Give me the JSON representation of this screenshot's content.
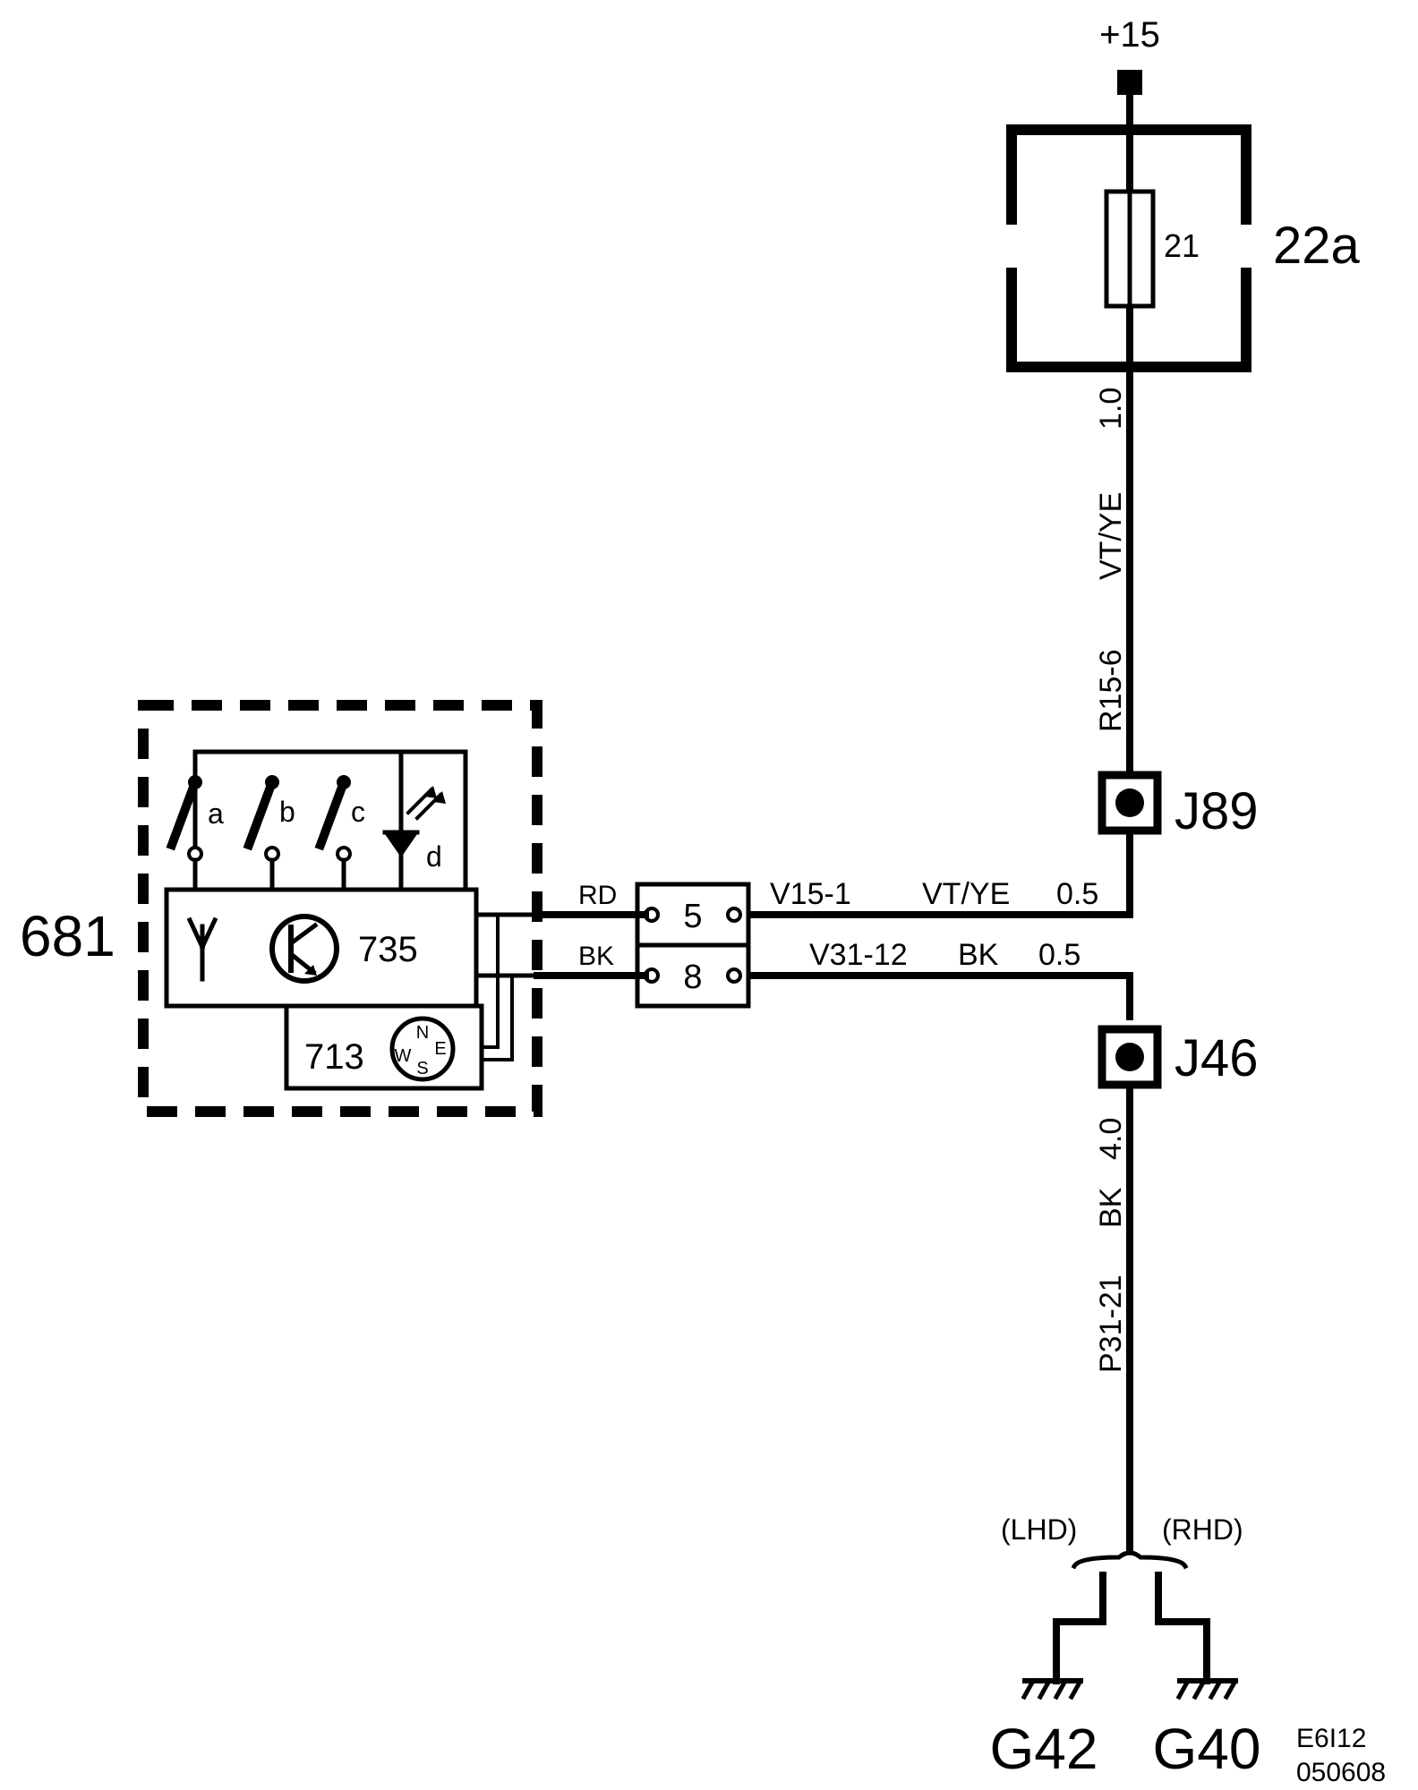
{
  "supply": {
    "label": "+15"
  },
  "fuse_box": {
    "id": "22a",
    "fuse_number": "21"
  },
  "wire_top": {
    "size": "1.0",
    "color": "VT/YE",
    "code": "R15-6"
  },
  "junctions": {
    "upper": "J89",
    "lower": "J46"
  },
  "wire_lower": {
    "size": "4.0",
    "color": "BK",
    "code": "P31-21"
  },
  "connector": {
    "pin_upper": "5",
    "pin_lower": "8"
  },
  "wire_pin5": {
    "module_side_color": "RD",
    "code": "V15-1",
    "color": "VT/YE",
    "size": "0.5"
  },
  "wire_pin8": {
    "module_side_color": "BK",
    "code": "V31-12",
    "color": "BK",
    "size": "0.5"
  },
  "module": {
    "id": "681",
    "switches": [
      "a",
      "b",
      "c"
    ],
    "led_label": "d",
    "transmitter": "735",
    "compass": {
      "number": "713",
      "n": "N",
      "e": "E",
      "s": "S",
      "w": "W"
    }
  },
  "ground": {
    "lhd_label": "(LHD)",
    "rhd_label": "(RHD)",
    "left": "G42",
    "right": "G40"
  },
  "footer": {
    "code": "E6I12",
    "date": "050608"
  }
}
